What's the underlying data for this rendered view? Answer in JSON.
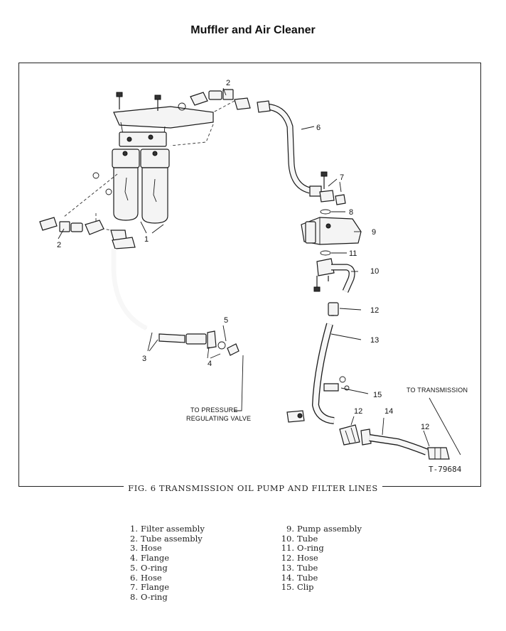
{
  "page": {
    "title": "Muffler and Air Cleaner"
  },
  "figure": {
    "caption": "FIG. 6  TRANSMISSION OIL PUMP AND FILTER LINES",
    "reference": "T-79684",
    "notes": {
      "pressure_valve": [
        "TO PRESSURE",
        "REGULATING VALVE"
      ],
      "transmission": "TO TRANSMISSION"
    },
    "callouts": {
      "filter_assembly": "1",
      "tube_assembly_top": "2",
      "tube_assembly_left": "2",
      "hose_3": "3",
      "flange_4": "4",
      "oring_5": "5",
      "hose_6": "6",
      "flange_7": "7",
      "oring_8": "8",
      "pump_9": "9",
      "tube_10": "10",
      "oring_11": "11",
      "hose_12_top": "12",
      "tube_13": "13",
      "hose_12_left": "12",
      "tube_14": "14",
      "hose_12_right": "12",
      "clip_15": "15"
    }
  },
  "parts_list": {
    "col1": [
      {
        "num": "1.",
        "name": "Filter assembly"
      },
      {
        "num": "2.",
        "name": "Tube assembly"
      },
      {
        "num": "3.",
        "name": "Hose"
      },
      {
        "num": "4.",
        "name": "Flange"
      },
      {
        "num": "5.",
        "name": "O-ring"
      },
      {
        "num": "6.",
        "name": "Hose"
      },
      {
        "num": "7.",
        "name": "Flange"
      },
      {
        "num": "8.",
        "name": "O-ring"
      }
    ],
    "col2": [
      {
        "num": "9.",
        "name": "Pump assembly"
      },
      {
        "num": "10.",
        "name": "Tube"
      },
      {
        "num": "11.",
        "name": "O-ring"
      },
      {
        "num": "12.",
        "name": "Hose"
      },
      {
        "num": "13.",
        "name": "Tube"
      },
      {
        "num": "14.",
        "name": "Tube"
      },
      {
        "num": "15.",
        "name": "Clip"
      }
    ]
  }
}
